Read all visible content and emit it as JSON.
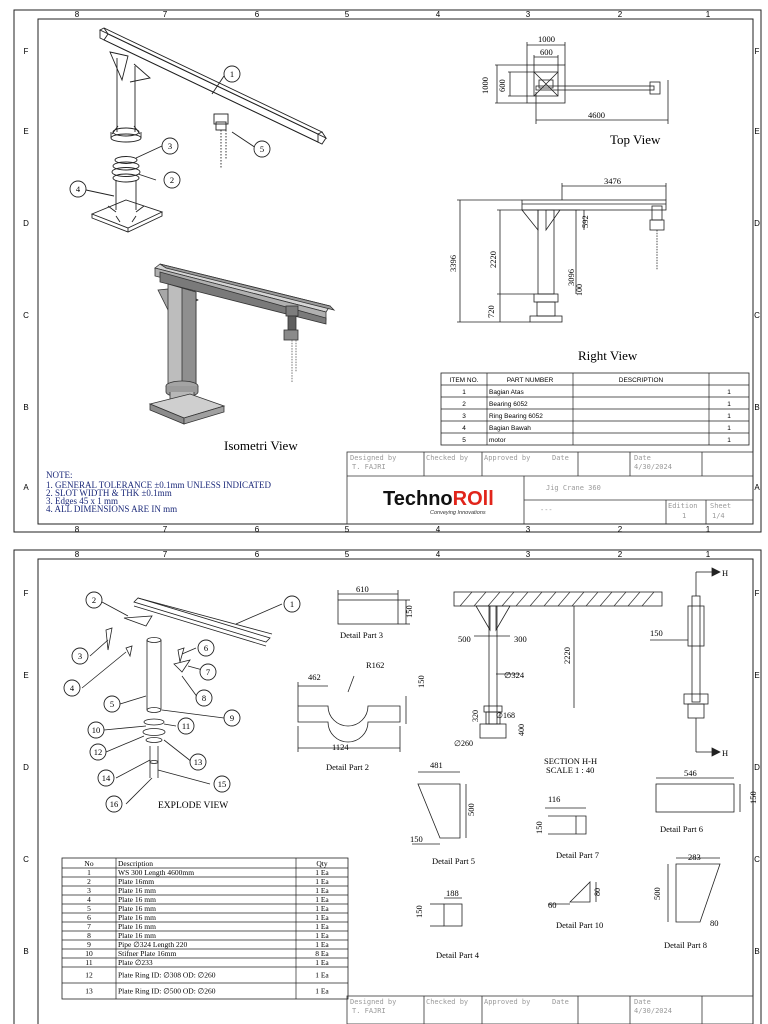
{
  "border": {
    "columns": [
      "8",
      "7",
      "6",
      "5",
      "4",
      "3",
      "2",
      "1"
    ],
    "rows": [
      "F",
      "E",
      "D",
      "C",
      "B",
      "A"
    ]
  },
  "sheet1": {
    "balloons": [
      "1",
      "2",
      "3",
      "4",
      "5"
    ],
    "isometric_label": "Isometri View",
    "top_view": {
      "label": "Top View",
      "dims": [
        "1000",
        "600",
        "1000",
        "600",
        "4600"
      ]
    },
    "right_view": {
      "label": "Right View",
      "dims": [
        "3476",
        "3396",
        "2220",
        "3096",
        "720",
        "592",
        "100"
      ]
    },
    "bom": {
      "headers": [
        "ITEM NO.",
        "PART NUMBER",
        "DESCRIPTION",
        ""
      ],
      "rows": [
        [
          "1",
          "Bagian Atas",
          "",
          "1"
        ],
        [
          "2",
          "Bearing 6052",
          "",
          "1"
        ],
        [
          "3",
          "Ring Bearing 6052",
          "",
          "1"
        ],
        [
          "4",
          "Bagian Bawah",
          "",
          "1"
        ],
        [
          "5",
          "motor",
          "",
          "1"
        ]
      ]
    },
    "notes": {
      "title": "NOTE:",
      "items": [
        "1.   GENERAL TOLERANCE ±0.1mm UNLESS INDICATED",
        "2.   SLOT WIDTH & THK ±0.1mm",
        "3.   Edges 45 x 1 mm",
        "4.   ALL DIMENSIONS ARE IN mm"
      ]
    },
    "title_block": {
      "designed_by_label": "Designed by",
      "designed_by": "T. FAJRI",
      "checked_by_label": "Checked by",
      "approved_by_label": "Approved by",
      "date_label": "Date",
      "date_label_2": "Date",
      "date": "4/30/2024",
      "logo_main": "Techno",
      "logo_accent": "ROll",
      "logo_tagline": "Conveying Innovations",
      "title": "Jig Crane 360",
      "dashes": "---",
      "edition_label": "Edition",
      "edition": "1",
      "sheet_label": "Sheet",
      "sheet": "1/4"
    }
  },
  "sheet2": {
    "explode_label": "EXPLODE VIEW",
    "balloons": [
      "1",
      "2",
      "3",
      "4",
      "5",
      "6",
      "7",
      "8",
      "9",
      "10",
      "11",
      "12",
      "13",
      "14",
      "15",
      "16"
    ],
    "details": {
      "part3": {
        "label": "Detail Part 3",
        "dims": [
          "610",
          "150"
        ]
      },
      "part2": {
        "label": "Detail Part 2",
        "dims": [
          "462",
          "R162",
          "150",
          "1124"
        ]
      },
      "section": {
        "label": "SECTION H-H",
        "scale": "SCALE 1 : 40",
        "dims": [
          "500",
          "300",
          "2220",
          "∅324",
          "320",
          "∅168",
          "400",
          "∅260"
        ]
      },
      "section_marks": [
        "H",
        "H"
      ],
      "side_dim": "150",
      "part5": {
        "label": "Detail Part 5",
        "dims": [
          "481",
          "500",
          "150"
        ]
      },
      "part7": {
        "label": "Detail Part 7",
        "dims": [
          "116",
          "150"
        ]
      },
      "part6": {
        "label": "Detail Part 6",
        "dims": [
          "546",
          "150"
        ]
      },
      "part8": {
        "label": "Detail Part 8",
        "dims": [
          "283",
          "500",
          "80"
        ]
      },
      "part4": {
        "label": "Detail Part 4",
        "dims": [
          "188",
          "150"
        ]
      },
      "part10": {
        "label": "Detail Part 10",
        "dims": [
          "80",
          "60"
        ]
      }
    },
    "bom": {
      "headers": [
        "No",
        "Description",
        "Qty"
      ],
      "rows": [
        [
          "1",
          "WS 300 Length 4600mm",
          "1 Ea"
        ],
        [
          "2",
          "Plate 16mm",
          "1 Ea"
        ],
        [
          "3",
          "Plate 16 mm",
          "1 Ea"
        ],
        [
          "4",
          "Plate 16 mm",
          "1 Ea"
        ],
        [
          "5",
          "Plate 16 mm",
          "1 Ea"
        ],
        [
          "6",
          "Plate 16 mm",
          "1 Ea"
        ],
        [
          "7",
          "Plate 16 mm",
          "1 Ea"
        ],
        [
          "8",
          "Plate 16 mm",
          "1 Ea"
        ],
        [
          "9",
          "Pipe ∅324 Length 220",
          "1 Ea"
        ],
        [
          "10",
          "Stifner Plate 16mm",
          "8 Ea"
        ],
        [
          "11",
          "Plate ∅233",
          "1 Ea"
        ],
        [
          "12",
          "Plate Ring ID: ∅308 OD: ∅260",
          "1 Ea"
        ],
        [
          "13",
          "Plate Ring ID: ∅500 OD: ∅260",
          "1 Ea"
        ]
      ]
    },
    "title_block": {
      "designed_by_label": "Designed by",
      "designed_by": "T. FAJRI",
      "checked_by_label": "Checked by",
      "approved_by_label": "Approved by",
      "date_label": "Date",
      "date_label_2": "Date",
      "date": "4/30/2024"
    }
  },
  "colors": {
    "line": "#222222",
    "thin": "#555555",
    "steel_light": "#c9c9c9",
    "steel_mid": "#9a9a9a",
    "steel_dark": "#6e6e6e",
    "note_blue": "#1c2a7a",
    "logo_red": "#e1251b",
    "title_block_text": "#9a9a9a"
  }
}
